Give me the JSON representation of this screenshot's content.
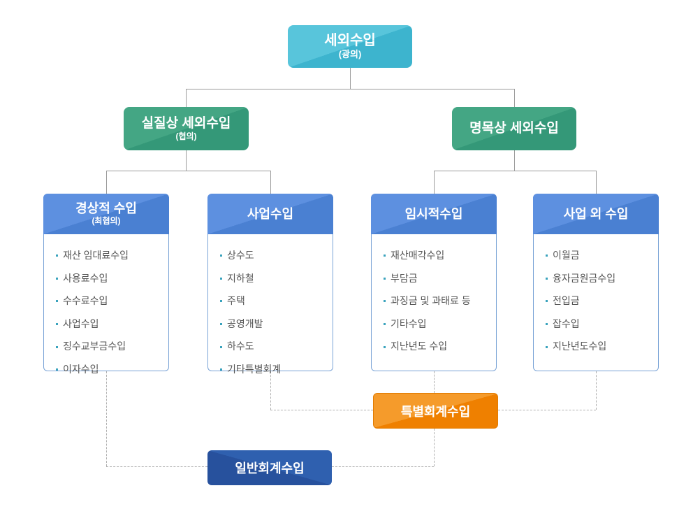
{
  "root": {
    "title": "세외수입",
    "subtitle": "(광의)"
  },
  "level2": [
    {
      "title": "실질상 세외수입",
      "subtitle": "(협의)"
    },
    {
      "title": "명목상 세외수입"
    }
  ],
  "columns": [
    {
      "title": "경상적 수입",
      "subtitle": "(최협의)",
      "items": [
        "재산 임대료수입",
        "사용료수입",
        "수수료수입",
        "사업수입",
        "징수교부금수입",
        "이자수입"
      ]
    },
    {
      "title": "사업수입",
      "items": [
        "상수도",
        "지하철",
        "주택",
        "공영개발",
        "하수도",
        "기타특별회계"
      ]
    },
    {
      "title": "임시적수입",
      "items": [
        "재산매각수입",
        "부담금",
        "과징금 및 과태료 등",
        "기타수입",
        "지난년도 수입"
      ]
    },
    {
      "title": "사업 외 수입",
      "items": [
        "이월금",
        "융자금원금수입",
        "전입금",
        "잡수입",
        "지난년도수입"
      ]
    }
  ],
  "summary": [
    {
      "label": "특별회계수입"
    },
    {
      "label": "일반회계수입"
    }
  ],
  "colors": {
    "root_cyan": "#3db4ce",
    "level2_green": "#349878",
    "column_header_blue": "#4a80d2",
    "column_border_blue": "#79a3d6",
    "special_account_orange": "#ef8000",
    "general_account_navy": "#27519d",
    "bullet_teal": "#3aa3bd",
    "item_text_gray": "#555555",
    "solid_line_gray": "#9b9b9b",
    "dashed_line_gray": "#b0b0b0"
  }
}
